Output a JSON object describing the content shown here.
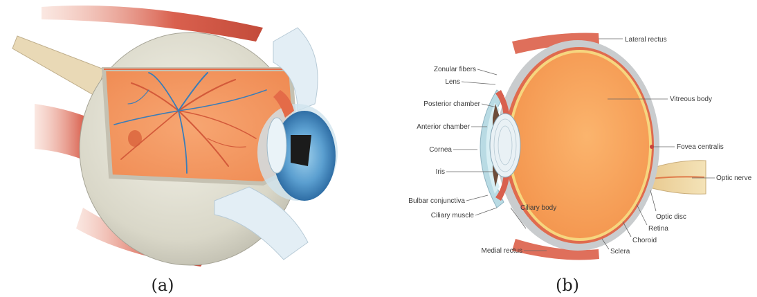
{
  "panels": [
    {
      "id": "a",
      "caption": "(a)"
    },
    {
      "id": "b",
      "caption": "(b)"
    }
  ],
  "labels": {
    "lateral_rectus": "Lateral rectus",
    "zonular_fibers": "Zonular fibers",
    "lens": "Lens",
    "posterior_chamber": "Posterior chamber",
    "anterior_chamber": "Anterior chamber",
    "cornea": "Cornea",
    "iris": "Iris",
    "bulbar_conjunctiva": "Bulbar conjunctiva",
    "ciliary_muscle": "Ciliary muscle",
    "ciliary_body": "Ciliary body",
    "medial_rectus": "Medial rectus",
    "vitreous_body": "Vitreous body",
    "fovea_centralis": "Fovea centralis",
    "optic_nerve": "Optic nerve",
    "optic_disc": "Optic disc",
    "retina": "Retina",
    "choroid": "Choroid",
    "sclera": "Sclera"
  },
  "colors": {
    "vitreous": "#f5a05a",
    "sclera": "#c9ccce",
    "muscle": "#d9604e",
    "cornea": "#a9cfdc",
    "iris": "#4f8fc0",
    "vessels_artery": "#d35a3a",
    "vessels_vein": "#3a7db8",
    "eyeball_outer": "#e6e4d7"
  }
}
